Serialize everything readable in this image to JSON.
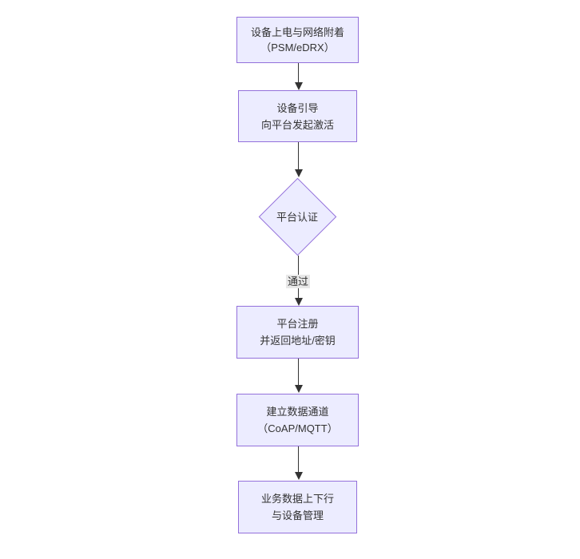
{
  "diagram": {
    "type": "flowchart",
    "direction": "top-down",
    "background": "#ffffff",
    "colors": {
      "node_fill": "#ECECFF",
      "node_border": "#9370DB",
      "arrow": "#333333",
      "edge_label_bg": "#e8e8e8",
      "text": "#333333"
    },
    "nodes": [
      {
        "id": "power-attach",
        "shape": "rect",
        "line1": "设备上电与网络附着",
        "line2": "（PSM/eDRX）"
      },
      {
        "id": "bootstrap",
        "shape": "rect",
        "line1": "设备引导",
        "line2": "向平台发起激活"
      },
      {
        "id": "platform-auth",
        "shape": "diamond",
        "line1": "平台认证",
        "line2": ""
      },
      {
        "id": "platform-register",
        "shape": "rect",
        "line1": "平台注册",
        "line2": "并返回地址/密钥"
      },
      {
        "id": "data-channel",
        "shape": "rect",
        "line1": "建立数据通道",
        "line2": "（CoAP/MQTT）"
      },
      {
        "id": "business-data",
        "shape": "rect",
        "line1": "业务数据上下行",
        "line2": "与设备管理"
      }
    ],
    "edges": [
      {
        "from": "power-attach",
        "to": "bootstrap",
        "label": ""
      },
      {
        "from": "bootstrap",
        "to": "platform-auth",
        "label": ""
      },
      {
        "from": "platform-auth",
        "to": "platform-register",
        "label": "通过"
      },
      {
        "from": "platform-register",
        "to": "data-channel",
        "label": ""
      },
      {
        "from": "data-channel",
        "to": "business-data",
        "label": ""
      }
    ]
  }
}
